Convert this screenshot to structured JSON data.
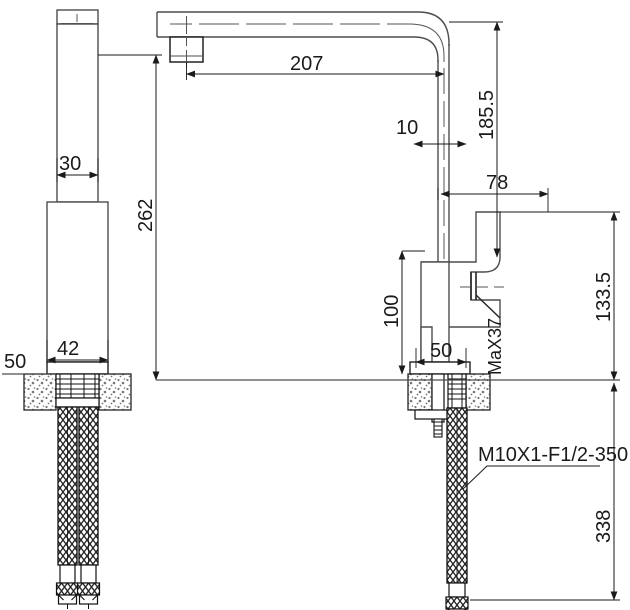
{
  "drawing": {
    "type": "technical-dimension-drawing",
    "subject": "Square-body single-lever basin mixer tap",
    "units": "mm",
    "views": [
      {
        "name": "side-view",
        "position": "left"
      },
      {
        "name": "front-view",
        "position": "right"
      }
    ],
    "line_color": "#4d4d4d",
    "dim_color": "#1a1a1a",
    "hatch_color": "#555555"
  },
  "dimensions": {
    "spout_reach": "207",
    "spout_height": "185.5",
    "spout_tube_width": "10",
    "spout_offset": "78",
    "body_height_left": "262",
    "body_height_right": "100",
    "overall_height_right": "133.5",
    "column_width_top": "30",
    "body_width_lower": "42",
    "base_width": "50",
    "counter_thickness_left": "50",
    "handle_clearance": "MaX37",
    "hose_length": "338"
  },
  "labels": {
    "hose_spec": "M10X1-F1/2-350"
  }
}
